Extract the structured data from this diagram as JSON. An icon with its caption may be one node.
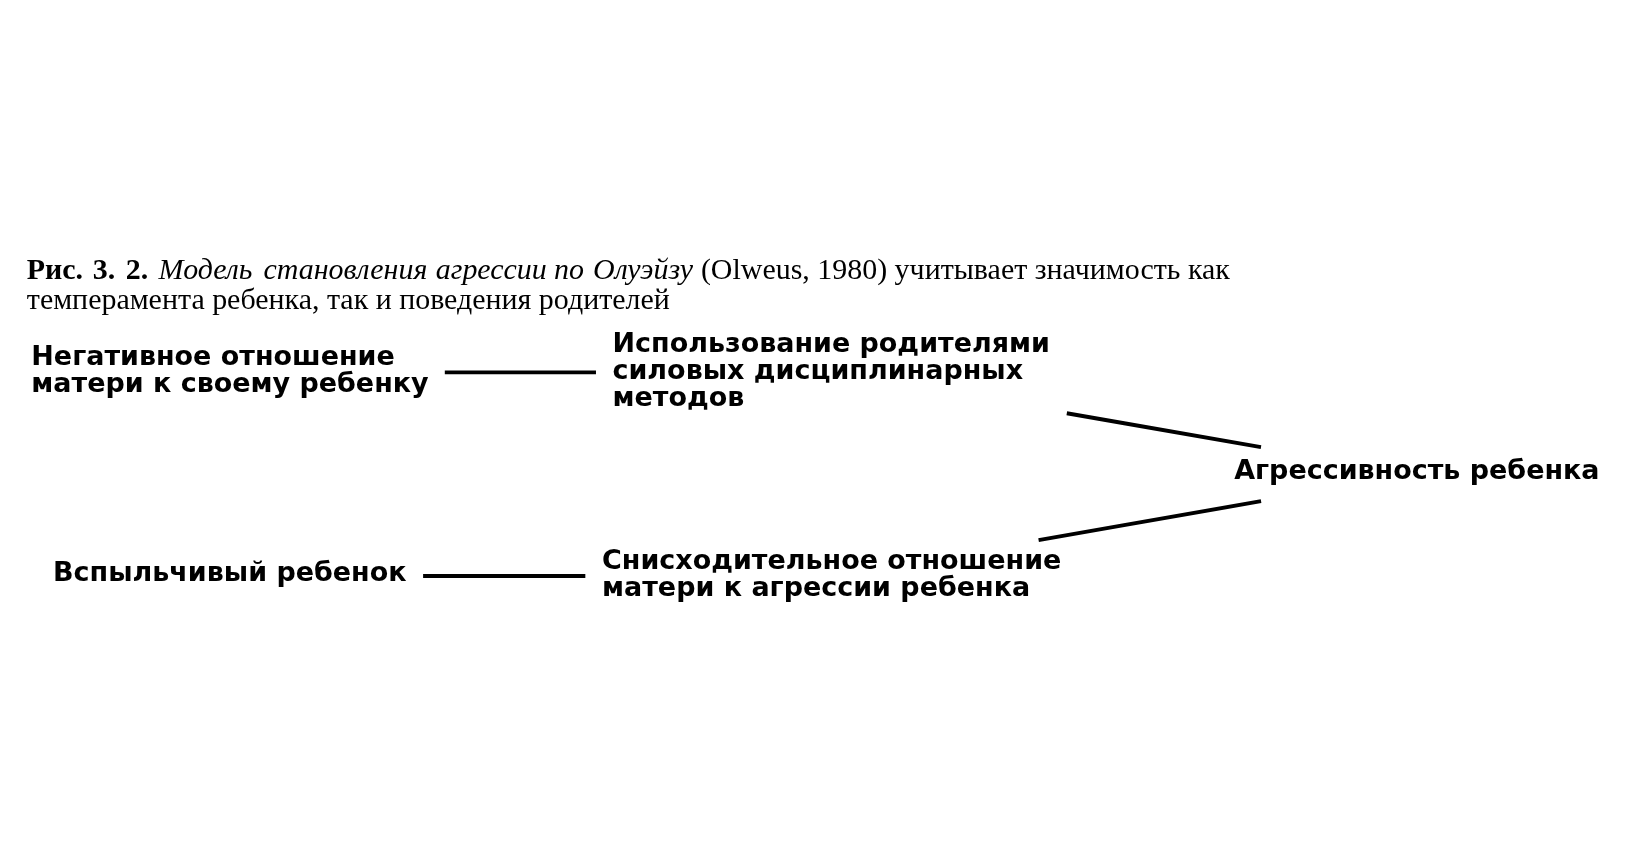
{
  "diagram": {
    "caption": "**Рис. 3. 2.** *Модель становления агрессии по Олуэйзу* (Olweus, 1980) учитывает значимость как темперамента ребенка, так и поведения родителей",
    "nodes": [
      {
        "text": [
          "Негативное отношение матери к своему ребенку"
        ]
      },
      {
        "text": [
          "Использование родителями силовых дисциплинарных методов"
        ]
      },
      {
        "text": [
          "Агрессивность ребенка"
        ]
      },
      {
        "text": [
          "Снисходительное отношение матери к агрессии ребенка"
        ]
      },
      {
        "text": [
          "Вспыльчивый ребенок"
        ]
      }
    ],
    "edges": [
      {
        "from": 0,
        "to": 1,
        "arrow": "none"
      },
      {
        "from": 1,
        "to": 2,
        "arrow": "none"
      },
      {
        "from": 4,
        "to": 3,
        "arrow": "none"
      },
      {
        "from": 3,
        "to": 2,
        "arrow": "none"
      }
    ]
  }
}
